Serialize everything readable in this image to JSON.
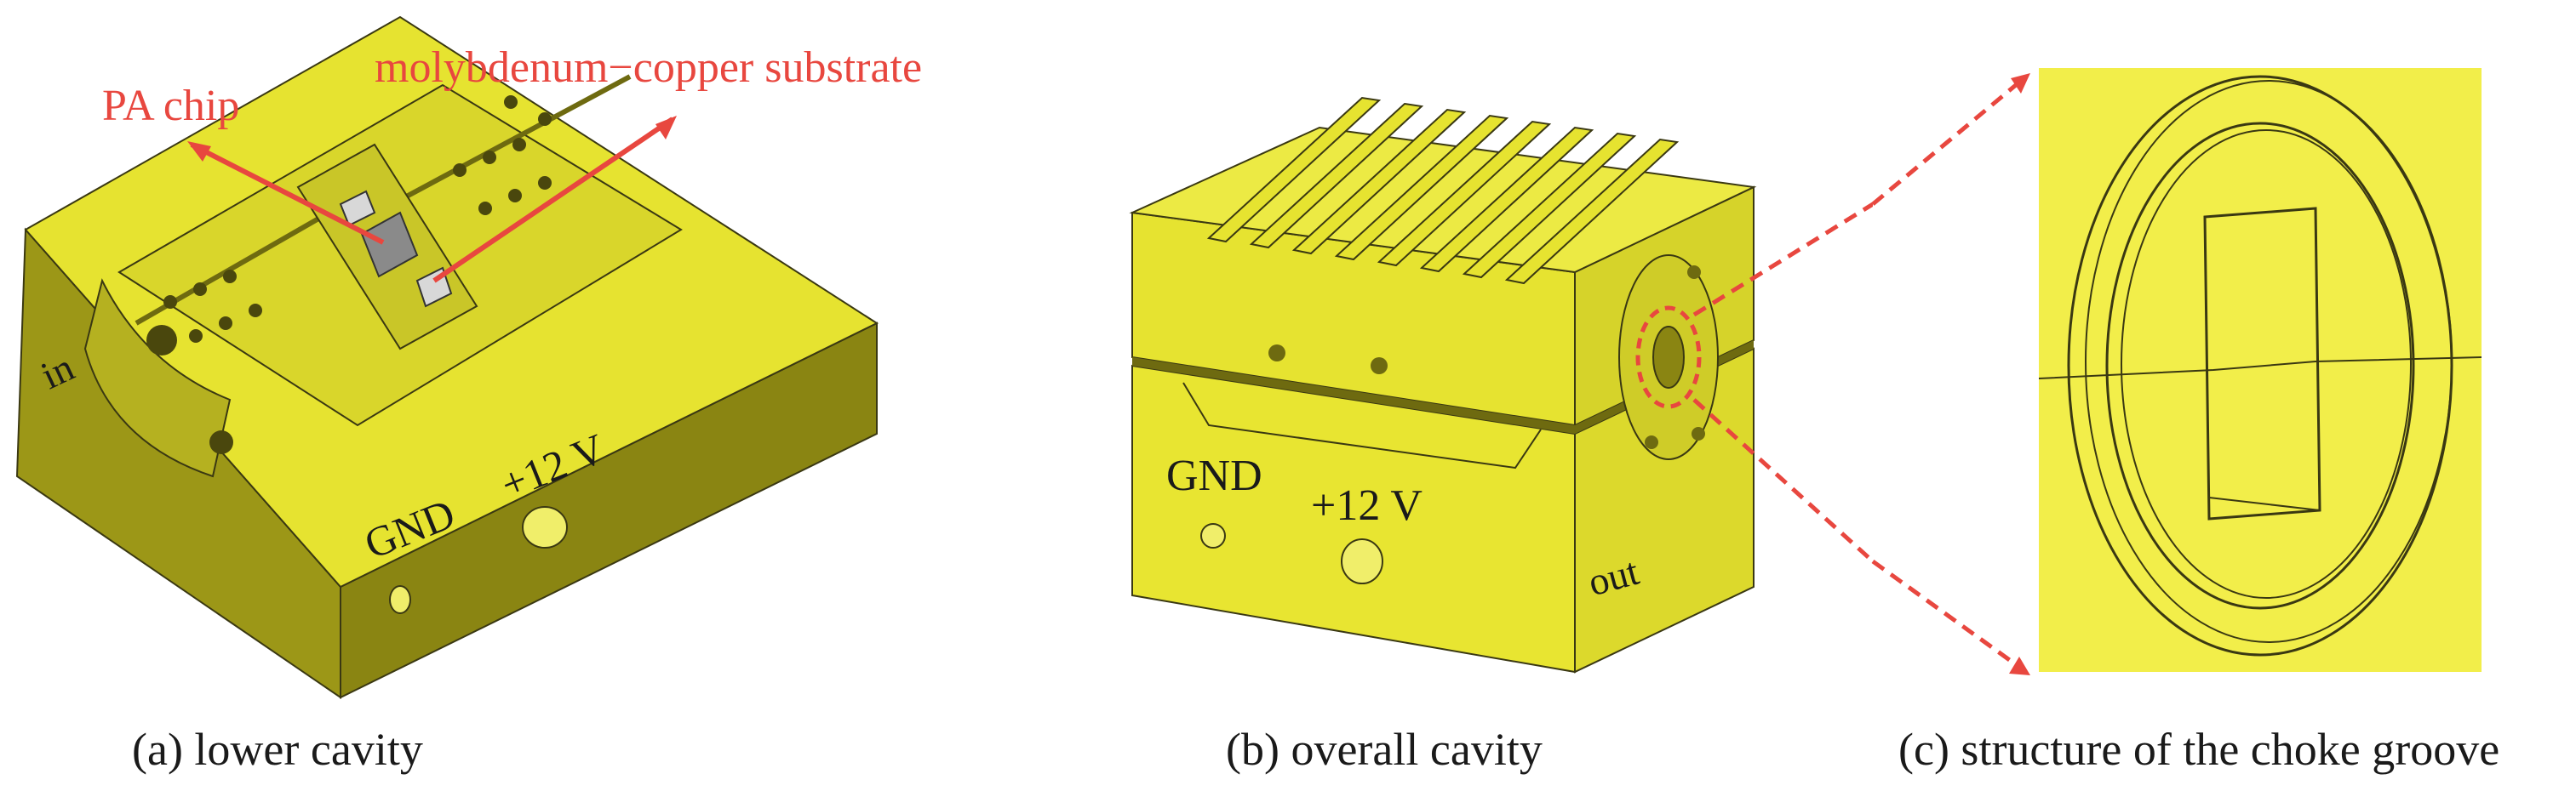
{
  "panels": {
    "a": {
      "caption": "(a) lower cavity",
      "labels": {
        "pa_chip": "PA chip",
        "substrate": "molybdenum−copper substrate",
        "port_in": "in",
        "gnd": "GND",
        "vplus": "+12 V"
      }
    },
    "b": {
      "caption": "(b) overall cavity",
      "labels": {
        "gnd": "GND",
        "vplus": "+12 V",
        "port_out": "out"
      }
    },
    "c": {
      "caption": "(c) structure of the choke groove"
    }
  },
  "colors": {
    "body_yellow": "#e6e330",
    "face_dark": "#8f8a12",
    "face_mid": "#b8b423",
    "panel_c_bg": "#f2ee4a",
    "annotation_red": "#e8473f",
    "outline": "#2b2b1a"
  }
}
